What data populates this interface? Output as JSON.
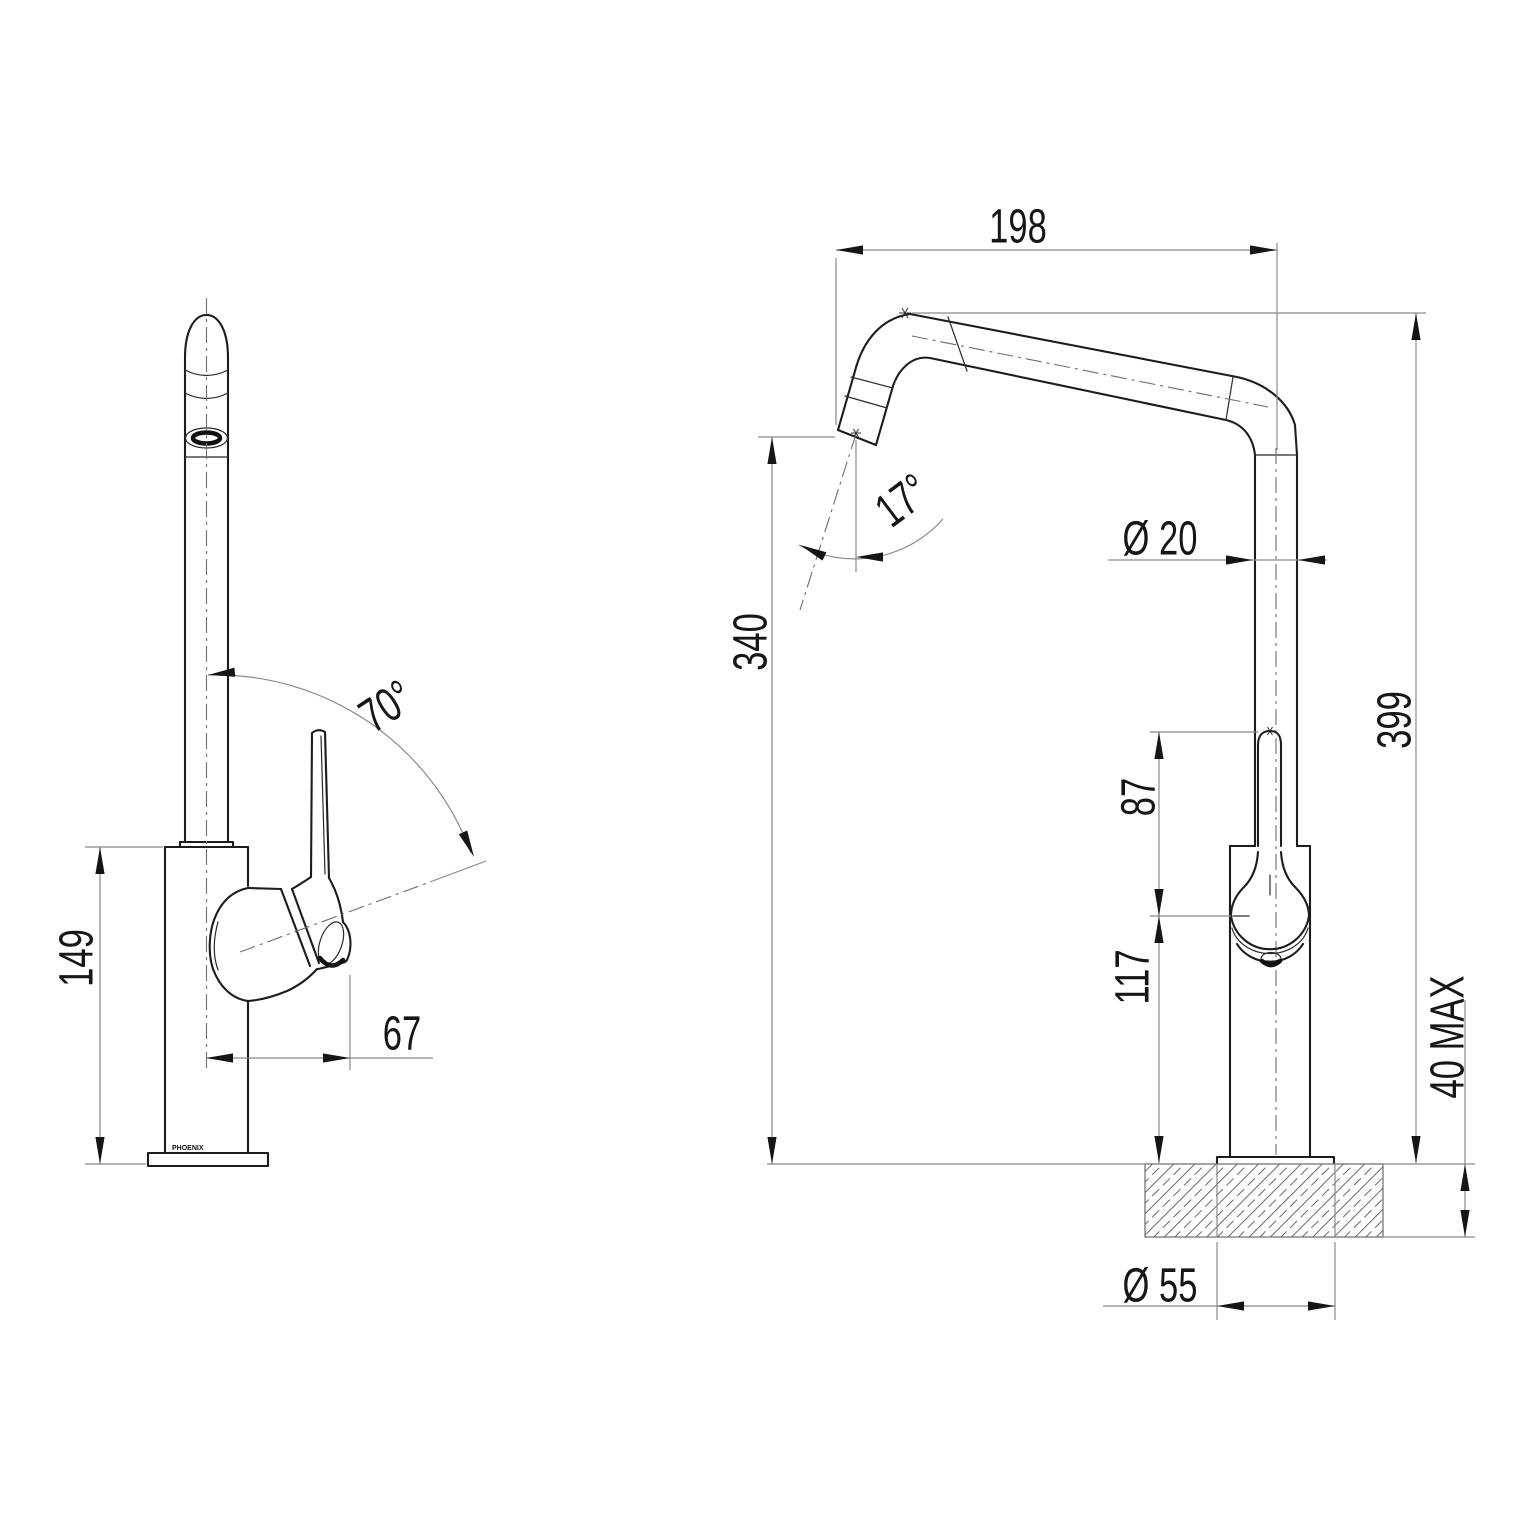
{
  "drawing": {
    "brand_logo": "PHOENIX",
    "type": "kitchen sink mixer dimensioned technical drawing",
    "line_color": "#1c1c1c",
    "dim_color": "#8a8a8a",
    "background": "#ffffff"
  },
  "dimensions": {
    "side_view_body_height": "149",
    "side_view_handle_reach": "67",
    "side_view_handle_swing_angle": "70°",
    "front_view_spout_reach": "198",
    "front_view_spout_angle": "17°",
    "front_view_pipe_diameter": "Ø 20",
    "front_view_outlet_height": "340",
    "front_view_handle_top_clearance": "87",
    "front_view_handle_to_base": "117",
    "front_view_total_height": "399",
    "front_view_bench_thickness": "40 MAX",
    "front_view_base_diameter": "Ø 55"
  }
}
